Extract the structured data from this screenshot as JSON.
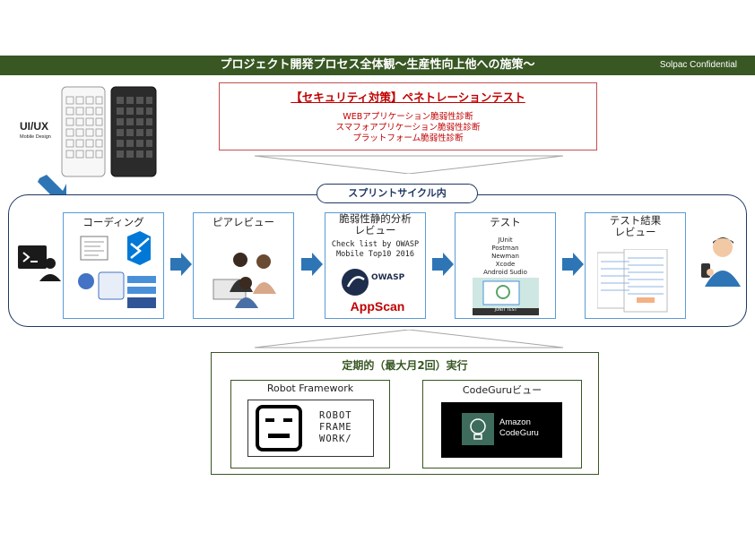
{
  "header": {
    "title": "プロジェクト開発プロセス全体観～生産性向上他への施策～",
    "confidential": "Solpac Confidential",
    "bg_color": "#385723"
  },
  "uiux": {
    "logo_main": "UI/UX",
    "logo_sub": "Mobile Design"
  },
  "security": {
    "title": "【セキュリティ対策】ペネトレーションテスト",
    "items": [
      "WEBアプリケーション脆弱性診断",
      "スマフォアプリケーション脆弱性診断",
      "プラットフォーム脆弱性診断"
    ],
    "color": "#c00000"
  },
  "sprint": {
    "label": "スプリントサイクル内",
    "stages": [
      {
        "title": "コーディング"
      },
      {
        "title": "ピアレビュー"
      },
      {
        "title": "脆弱性静的分析\nレビュー",
        "note1": "Check list by OWASP",
        "note2": "Mobile Top10 2016",
        "logo1": "OWASP",
        "logo2": "AppScan"
      },
      {
        "title": "テスト",
        "tools": [
          "JUnit",
          "Postman",
          "Newman",
          "Xcode",
          "Android Sudio"
        ],
        "junit_caption": "JUNIT TEST"
      },
      {
        "title": "テスト結果\nレビュー"
      }
    ]
  },
  "regular": {
    "title": "定期的（最大月2回）実行",
    "robot": {
      "title": "Robot Framework",
      "logo_text": [
        "ROBOT",
        "FRAME",
        "WORK/"
      ]
    },
    "codeguru": {
      "title": "CodeGuruビュー",
      "logo_text": [
        "Amazon",
        "CodeGuru"
      ]
    }
  }
}
